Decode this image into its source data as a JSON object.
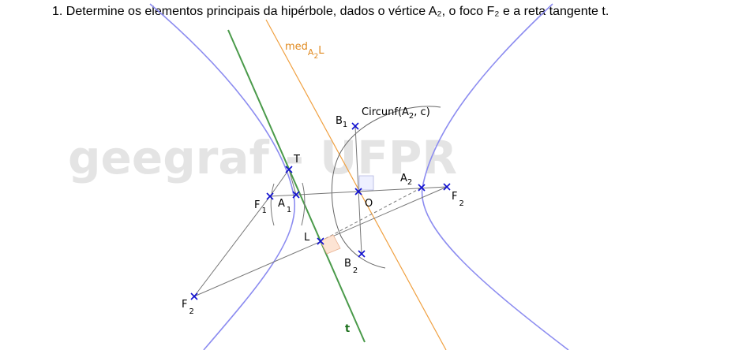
{
  "title": "1. Determine os elementos principais da hipérbole, dados o vértice A₂, o foco F₂ e a reta tangente t.",
  "watermark": "geegraf - UFPR",
  "labels": {
    "med": "med",
    "med_sub": "A",
    "med_sub2": "2",
    "med_tail": "L",
    "circ": "Circunf(A",
    "circ_sub": "2",
    "circ_tail": ", c)",
    "B1": "B",
    "B1_sub": "1",
    "B2": "B",
    "B2_sub": "2",
    "T": "T",
    "A2": "A",
    "A2_sub": "2",
    "F2r": "F",
    "F2r_sub": "2",
    "F1": "F",
    "F1_sub": "1",
    "A1": "A",
    "A1_sub": "1",
    "O": "O",
    "L": "L",
    "F2l": "F",
    "F2l_sub": "2",
    "t": "t"
  },
  "colors": {
    "hyperbola": "#8c8cf0",
    "tangent": "#4a9a4a",
    "mediatrix": "#f0a040",
    "construction": "#666666",
    "point": "#1010d0",
    "tangent_label": "#1a6e1a",
    "med_label": "#e08a20"
  }
}
